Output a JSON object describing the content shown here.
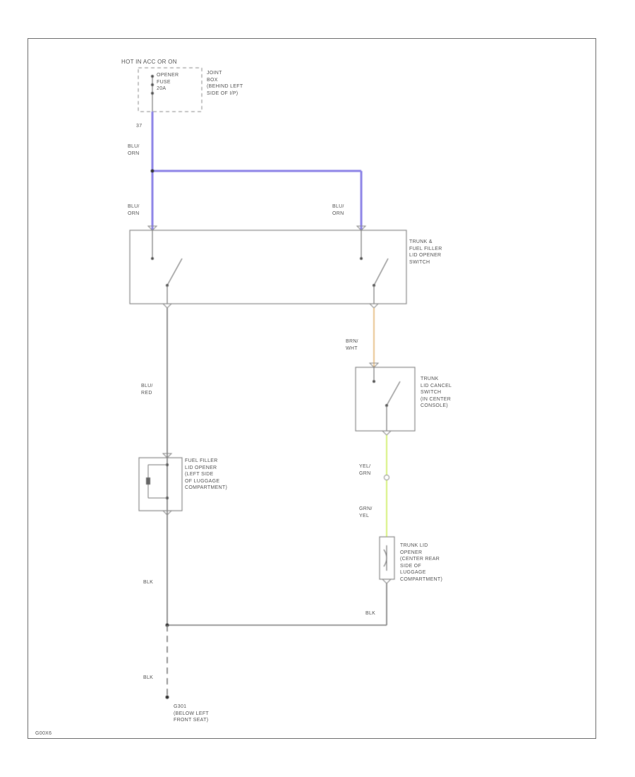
{
  "colors": {
    "wire_blu_orn": "#8b82e6",
    "wire_brn_wht": "#e8c48f",
    "wire_yel_grn": "#d6f07a",
    "wire_blk": "#7a7a7a",
    "box_border": "#8a8a8a",
    "frame_border": "#6f6f6f",
    "text": "#555555"
  },
  "fuse_block": {
    "title": "HOT IN ACC OR ON",
    "fuse_name": "OPENER\nFUSE\n20A",
    "location": "JOINT\nBOX\n(BEHIND LEFT\nSIDE OF I/P)",
    "pin": "37"
  },
  "wires": {
    "blu_orn_top": "BLU/\nORN",
    "blu_orn_left": "BLU/\nORN",
    "blu_orn_right": "BLU/\nORN",
    "blu_red": "BLU/\nRED",
    "brn_wht": "BRN/\nWHT",
    "yel_grn": "YEL/\nGRN",
    "grn_yel": "GRN/\nYEL",
    "blk_left": "BLK",
    "blk_bottom": "BLK",
    "blk_lower": "BLK"
  },
  "components": {
    "opener_switch": "TRUNK &\nFUEL FILLER\nLID OPENER\nSWITCH",
    "cancel_switch": "TRUNK\nLID CANCEL\nSWITCH\n(IN CENTER\nCONSOLE)",
    "fuel_opener": "FUEL FILLER\nLID OPENER\n(LEFT SIDE\nOF LUGGAGE\nCOMPARTMENT)",
    "trunk_opener": "TRUNK LID\nOPENER\n(CENTER REAR\nSIDE OF\nLUGGAGE\nCOMPARTMENT)",
    "ground": "G301\n(BELOW LEFT\nFRONT SEAT)"
  },
  "footer": {
    "code": "G00X6"
  }
}
